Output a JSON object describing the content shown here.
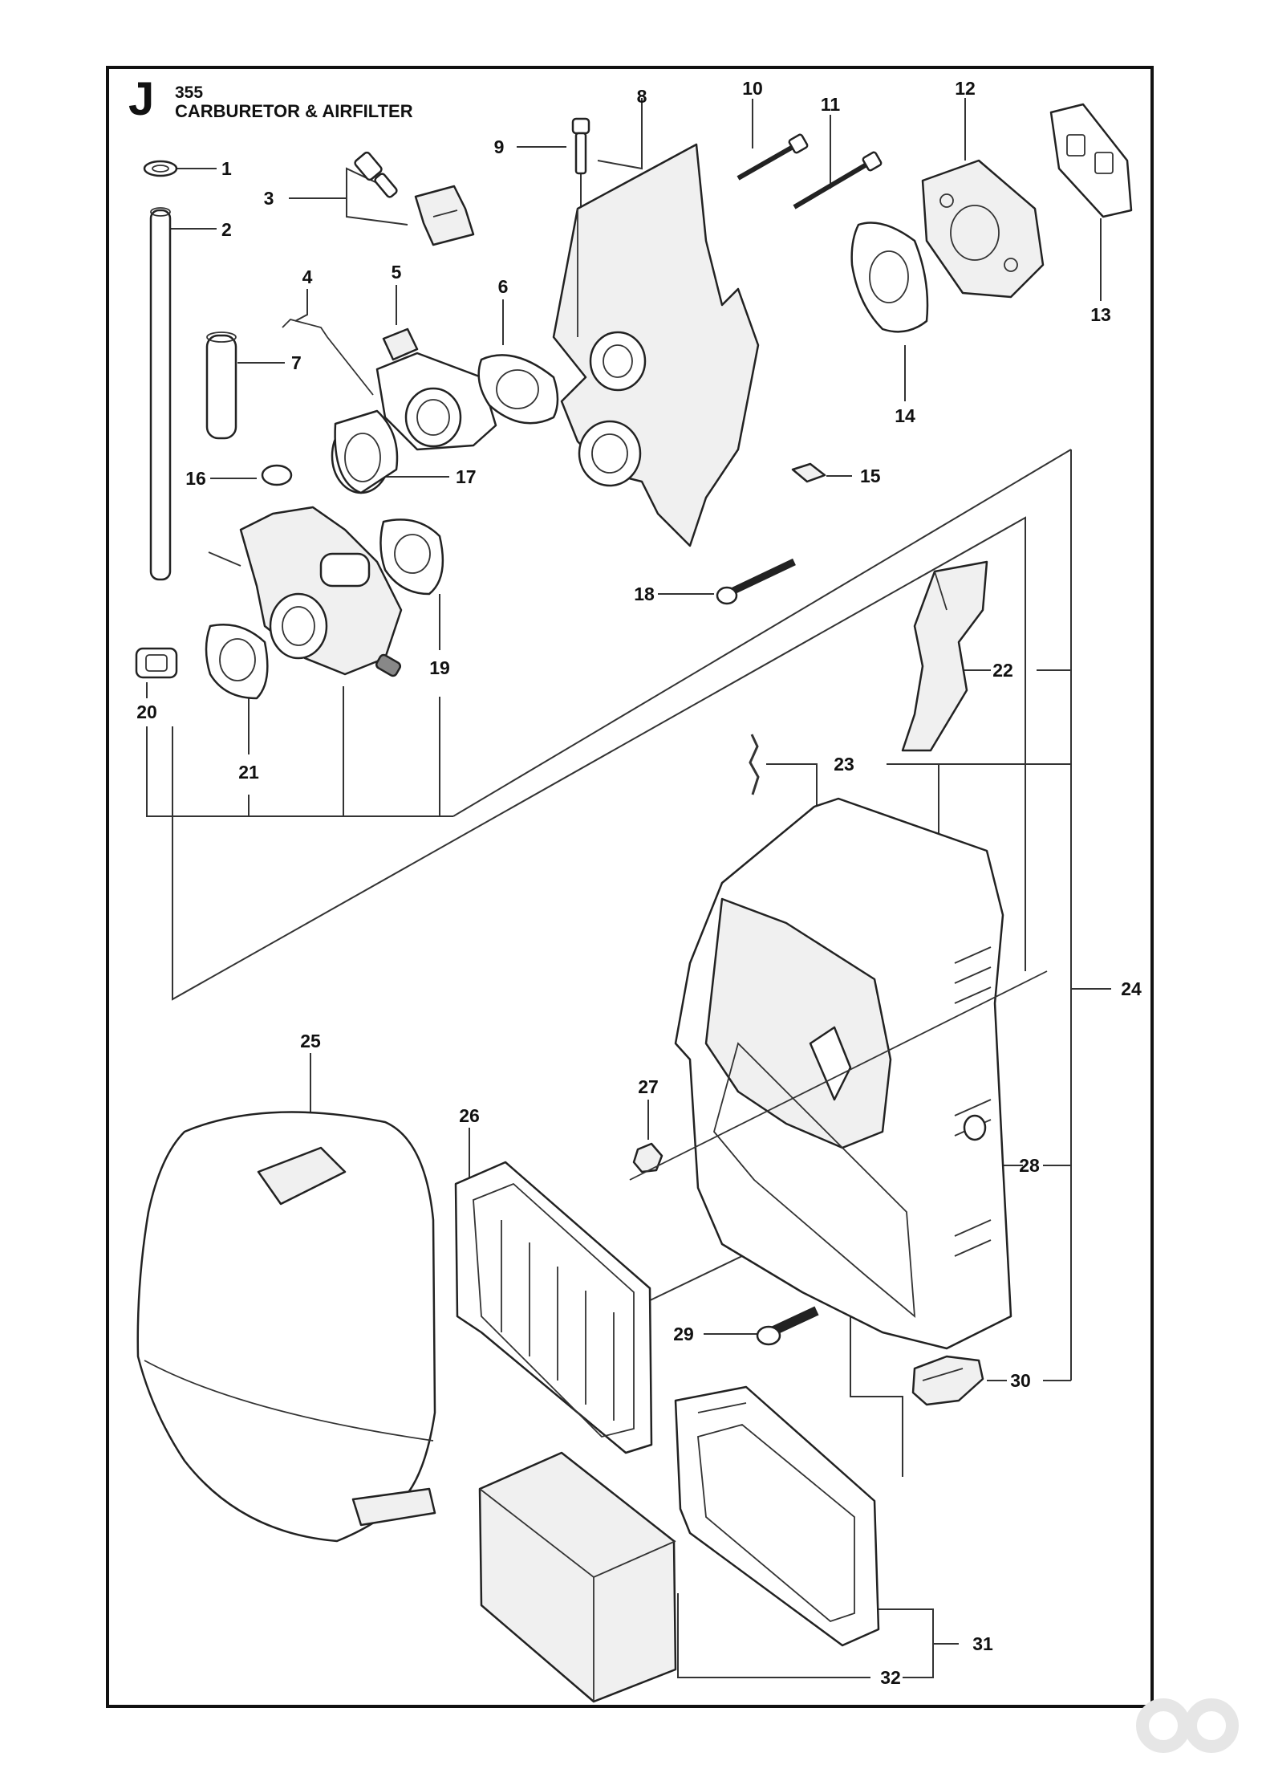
{
  "header": {
    "section_letter": "J",
    "model": "355",
    "title": "CARBURETOR & AIRFILTER"
  },
  "callouts": [
    {
      "id": "1",
      "label": "1"
    },
    {
      "id": "2",
      "label": "2"
    },
    {
      "id": "3",
      "label": "3"
    },
    {
      "id": "4",
      "label": "4"
    },
    {
      "id": "5",
      "label": "5"
    },
    {
      "id": "6",
      "label": "6"
    },
    {
      "id": "7",
      "label": "7"
    },
    {
      "id": "8",
      "label": "8"
    },
    {
      "id": "9",
      "label": "9"
    },
    {
      "id": "10",
      "label": "10"
    },
    {
      "id": "11",
      "label": "11"
    },
    {
      "id": "12",
      "label": "12"
    },
    {
      "id": "13",
      "label": "13"
    },
    {
      "id": "14",
      "label": "14"
    },
    {
      "id": "15",
      "label": "15"
    },
    {
      "id": "16",
      "label": "16"
    },
    {
      "id": "17",
      "label": "17"
    },
    {
      "id": "18",
      "label": "18"
    },
    {
      "id": "19",
      "label": "19"
    },
    {
      "id": "20",
      "label": "20"
    },
    {
      "id": "21",
      "label": "21"
    },
    {
      "id": "22",
      "label": "22"
    },
    {
      "id": "23",
      "label": "23"
    },
    {
      "id": "24",
      "label": "24"
    },
    {
      "id": "25",
      "label": "25"
    },
    {
      "id": "26",
      "label": "26"
    },
    {
      "id": "27",
      "label": "27"
    },
    {
      "id": "28",
      "label": "28"
    },
    {
      "id": "29",
      "label": "29"
    },
    {
      "id": "30",
      "label": "30"
    },
    {
      "id": "31",
      "label": "31"
    },
    {
      "id": "32",
      "label": "32"
    }
  ],
  "colors": {
    "ink": "#111111",
    "background": "#ffffff",
    "logo": "#e6e6e6"
  }
}
